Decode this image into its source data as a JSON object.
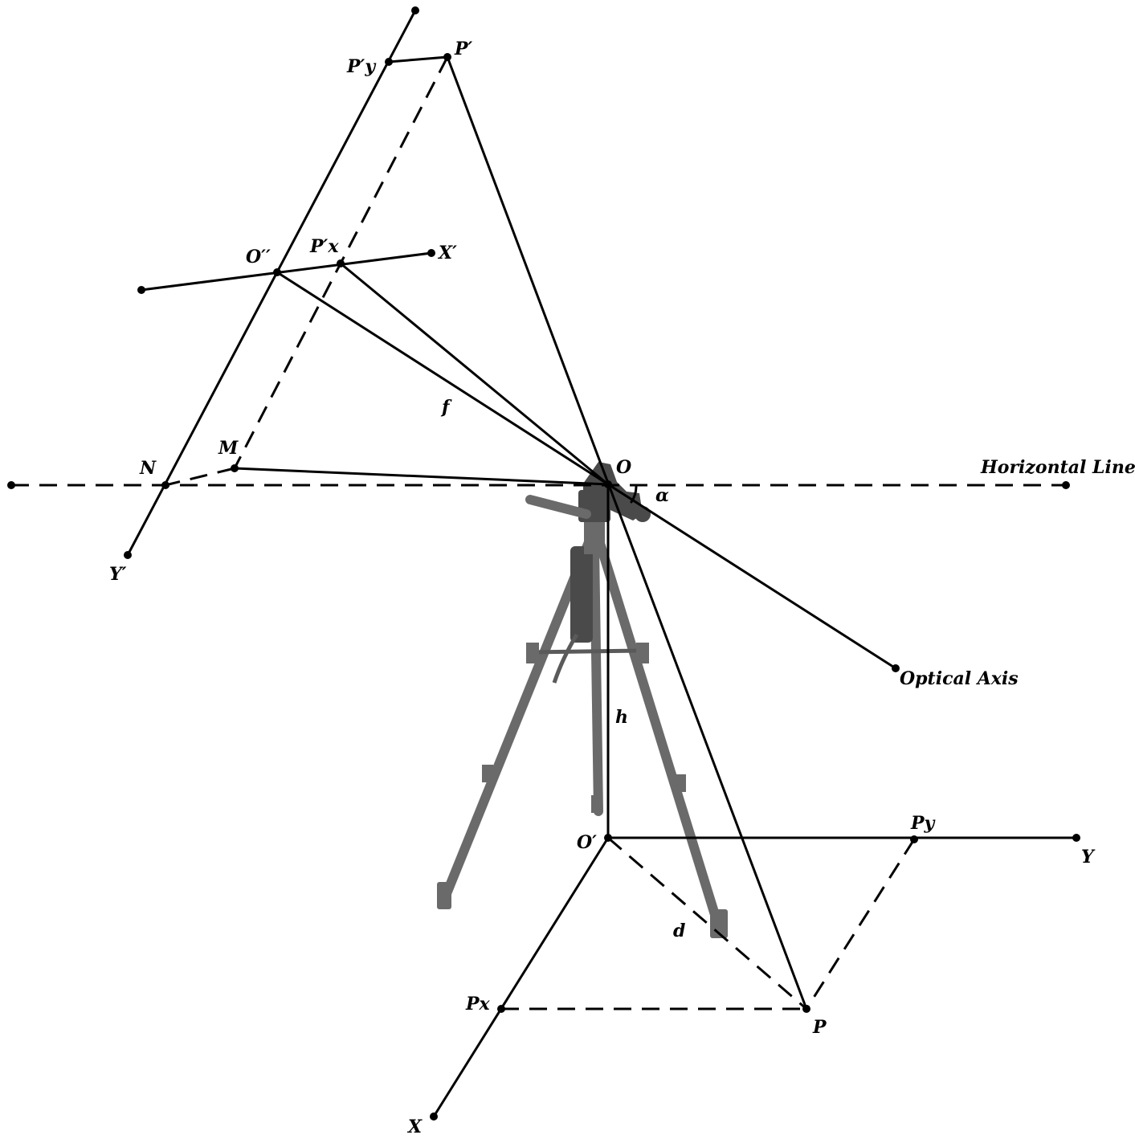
{
  "labels": {
    "O": "O",
    "O_prime": "O′",
    "O_double_prime": "O′′",
    "P": "P",
    "P_prime": "P′",
    "P_prime_x": "P′x",
    "P_prime_y": "P′y",
    "Px": "Px",
    "Py": "Py",
    "M": "M",
    "N": "N",
    "X": "X",
    "Y": "Y",
    "X_prime": "X′",
    "Y_prime": "Y′",
    "f": "f",
    "h": "h",
    "d": "d",
    "alpha": "α",
    "horizontal_line": "Horizontal Line",
    "optical_axis": "Optical Axis"
  },
  "colors": {
    "line": "#000000",
    "tripod": "#6a6a6a"
  }
}
